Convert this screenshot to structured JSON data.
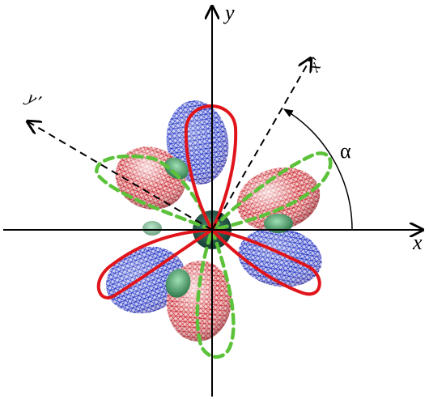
{
  "labels": {
    "x": "x",
    "y": "y",
    "x_prime": "x'",
    "y_prime": "y'",
    "alpha": "α"
  },
  "colors": {
    "red_outline": "#e0141b",
    "green_dashed": "#5cc23a",
    "lobe_red": "#c8202a",
    "lobe_blue": "#1d2fc0",
    "lobe_green": "#2f8f55",
    "axis": "#000000"
  }
}
